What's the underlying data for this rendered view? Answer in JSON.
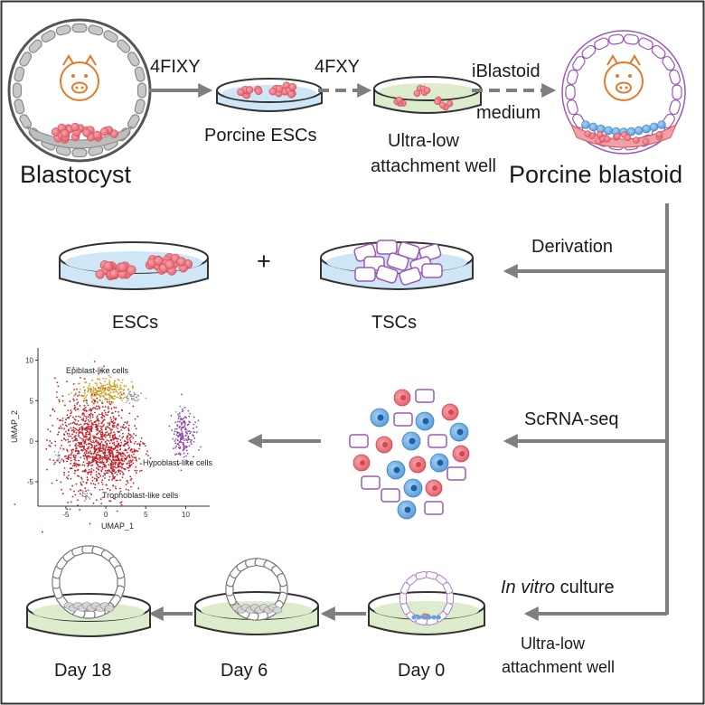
{
  "top_row": {
    "blastocyst_label": "Blastocyst",
    "arrow1_label": "4FIXY",
    "porcine_escs_label": "Porcine ESCs",
    "arrow2_label": "4FXY",
    "ultra_low_line1": "Ultra-low",
    "ultra_low_line2": "attachment well",
    "arrow3_line1": "iBlastoid",
    "arrow3_line2": "medium",
    "porcine_blastoid_label": "Porcine  blastoid"
  },
  "derivation_row": {
    "step_label": "Derivation",
    "escs_label": "ESCs",
    "plus": "+",
    "tscs_label": "TSCs"
  },
  "scrna_row": {
    "step_label": "ScRNA-seq",
    "umap": {
      "xlabel": "UMAP_1",
      "ylabel": "UMAP_2",
      "x_ticks": [
        "-5",
        "0",
        "5",
        "10"
      ],
      "y_ticks": [
        "10",
        "5",
        "0",
        "-5"
      ],
      "cluster_labels": {
        "epiblast": "Epiblast-like cells",
        "hypoblast": "Hypoblast-like cells",
        "trophoblast": "Trophoblast-like cells"
      },
      "colors": {
        "epiblast": "#c9a227",
        "hypoblast": "#8e44ad",
        "trophoblast": "#c0202a",
        "other": "#9a9a9a"
      }
    }
  },
  "culture_row": {
    "step_italic": "In vitro",
    "step_rest": " culture",
    "well_line1": "Ultra-low",
    "well_line2": "attachment well",
    "day0": "Day 0",
    "day6": "Day 6",
    "day18": "Day 18"
  },
  "colors": {
    "arrow": "#7f7f7f",
    "border": "#333333",
    "esc_cell": "#e8626a",
    "blue_medium": "#cfe6f6",
    "green_medium": "#dceccc",
    "tsc_outline": "#9b59b6",
    "blue_cell": "#5aa6e6",
    "pink_cell": "#f08c96",
    "grey_cell": "#c8c8c8"
  }
}
